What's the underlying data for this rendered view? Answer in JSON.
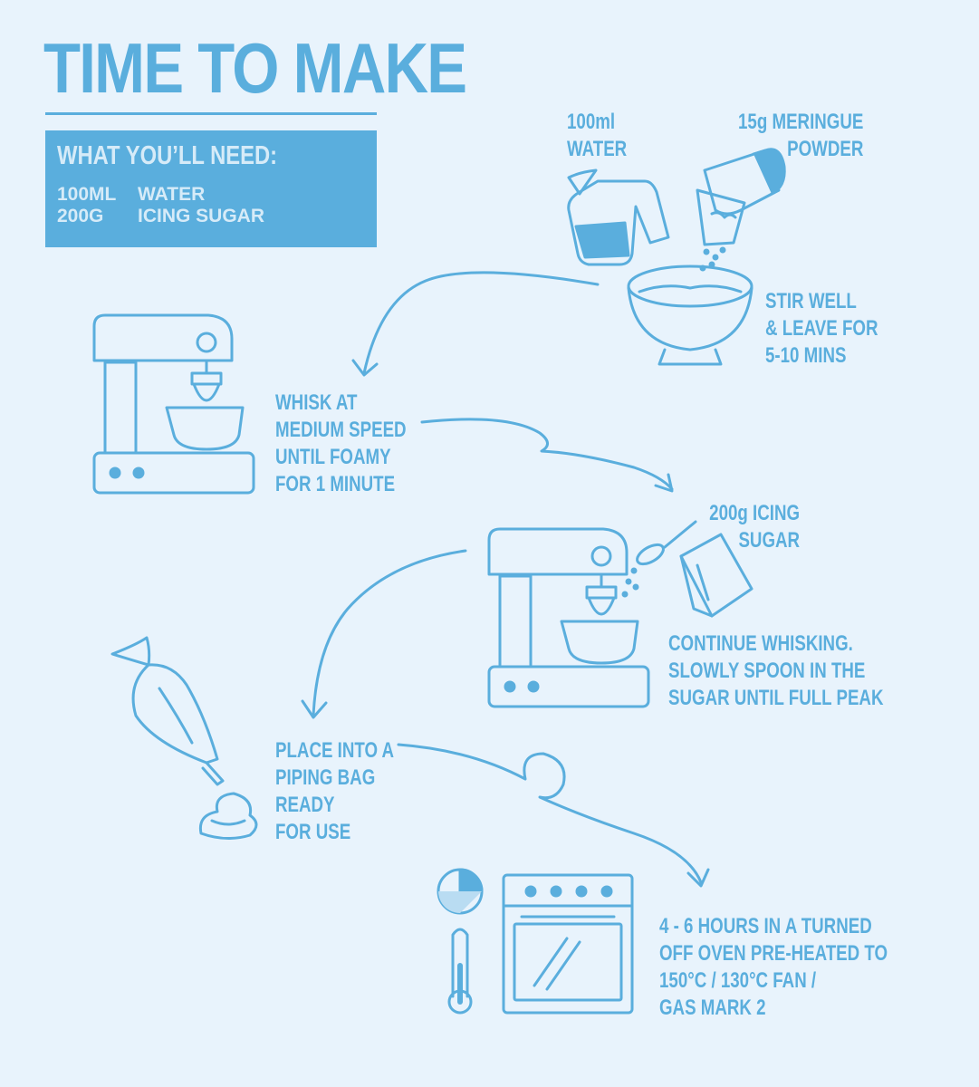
{
  "title": "TIME TO MAKE",
  "needs": {
    "heading": "WHAT YOU’LL NEED:",
    "items": [
      {
        "qty": "100ML",
        "name": "WATER"
      },
      {
        "qty": "200G",
        "name": "ICING SUGAR"
      }
    ]
  },
  "steps": {
    "water_label": [
      "100ml",
      "WATER"
    ],
    "meringue_label": [
      "15g MERINGUE",
      "POWDER"
    ],
    "stir": [
      "STIR WELL",
      "& LEAVE FOR",
      "5-10 MINS"
    ],
    "whisk": [
      "WHISK AT",
      "MEDIUM SPEED",
      "UNTIL FOAMY",
      "FOR 1 MINUTE"
    ],
    "icing_label": [
      "200g  ICING",
      "SUGAR"
    ],
    "continue": [
      "CONTINUE WHISKING.",
      "SLOWLY SPOON IN THE",
      "SUGAR UNTIL FULL PEAK"
    ],
    "piping": [
      "PLACE INTO A",
      "PIPING BAG",
      "READY",
      "FOR USE"
    ],
    "oven": [
      "4 - 6 HOURS IN A TURNED",
      "OFF OVEN PRE-HEATED TO",
      "150°C / 130°C FAN /",
      "GAS MARK 2"
    ]
  },
  "colors": {
    "accent": "#5aaedd",
    "background": "#e8f3fc",
    "panel_text": "#d6ebf8"
  },
  "icons": [
    "jug-icon",
    "meringue-tub-icon",
    "bowl-icon",
    "stand-mixer-icon",
    "spoon-icon",
    "sugar-box-icon",
    "piping-bag-icon",
    "timer-icon",
    "thermometer-icon",
    "oven-icon"
  ]
}
